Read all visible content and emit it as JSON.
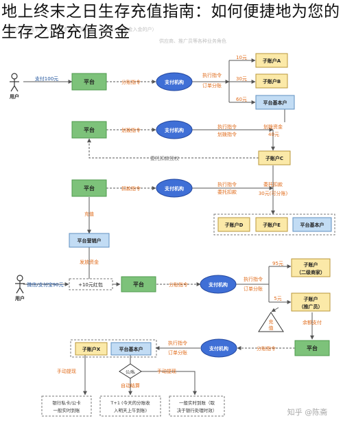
{
  "headline": {
    "text": "地上终末之日生存充值指南：如何便捷地为您的生存之路充值资金",
    "faint_line1": "主账户、划拨平台（平台基本户）、受托户、手续费、可资金入金的户）",
    "faint_line2": "供应商、推广员等各种业务角色"
  },
  "diagram": {
    "user1": "用户",
    "user2": "用户",
    "pay100": "支付100元",
    "pay90": "微信/支付宝90元",
    "redpacket": "+10元红包",
    "platform1": "平台",
    "platform2": "平台",
    "platform3": "平台",
    "platform4": "平台",
    "platform5": "平台",
    "payorg1": "支付机构",
    "payorg2": "支付机构",
    "payorg3": "支付机构",
    "payorg4": "支付机构",
    "payorg5": "支付机构",
    "split_cmd1": "分账指令",
    "split_cmd2": "分账指令",
    "split_cmd3": "分账指令",
    "transfer_cmd": "划拨指令",
    "deduct_cmd": "扣款指令",
    "exec_split_a": "执行指令",
    "exec_split_b": "订单分账",
    "exec_transfer_a": "执行指令",
    "exec_transfer_b": "划拨指令",
    "exec_deduct_a": "执行指令",
    "exec_deduct_b": "委托扣款",
    "exec_split2_a": "执行指令",
    "exec_split2_b": "订单分账",
    "exec_split3_a": "执行指令",
    "exec_split3_b": "订单分账",
    "amt10": "10元",
    "amt30": "30元",
    "amt60": "60元",
    "transfer_funds": "划拨资金",
    "amt40": "40元",
    "commission_deduct": "委托扣款",
    "amt30avail": "30元(可分账)",
    "amt95": "95元",
    "amt5": "5元",
    "sub_a": "子账户A",
    "sub_b": "子账户B",
    "sub_c": "子账户C",
    "sub_d": "子账户D",
    "sub_e": "子账户E",
    "sub_x": "子账户X",
    "basic1": "平台基本户",
    "basic2": "平台基本户",
    "basic3": "平台基本户",
    "sub_sup_1": "子账户",
    "sub_sup_2": "（二级商家）",
    "sub_pro_1": "子账户",
    "sub_pro_2": "（推广员）",
    "marketing": "平台营销户",
    "recharge": "充值",
    "recharge2a": "充",
    "recharge2b": "值",
    "issue_funds": "发放资金",
    "auth": "委托扣款授权",
    "balance_pay": "余额支付",
    "manual_withdraw1": "手动提现",
    "manual_withdraw2": "手动提现",
    "auto_settle": "自动结算",
    "pubpriv": "公/私",
    "bank_a1": "银行私卡/公卡",
    "bank_a2": "一般实时到账",
    "bank_b1": "T+1 (今天的分账收",
    "bank_b2": "入明天上午到账)",
    "bank_c1": "一般实时到账（取",
    "bank_c2": "决于银行处理时效）",
    "watermark": "知乎 @陈斋"
  },
  "colors": {
    "platform_fill": "#7dc27a",
    "platform_border": "#4e9a4c",
    "payorg_fill": "#3f6fd6",
    "payorg_border": "#23479e",
    "sub_fill": "#fbe9a8",
    "sub_border": "#b8963a",
    "basic_fill": "#c2dcf4",
    "basic_border": "#5f8fc0",
    "orange_text": "#e06b1a",
    "line": "#555555"
  }
}
